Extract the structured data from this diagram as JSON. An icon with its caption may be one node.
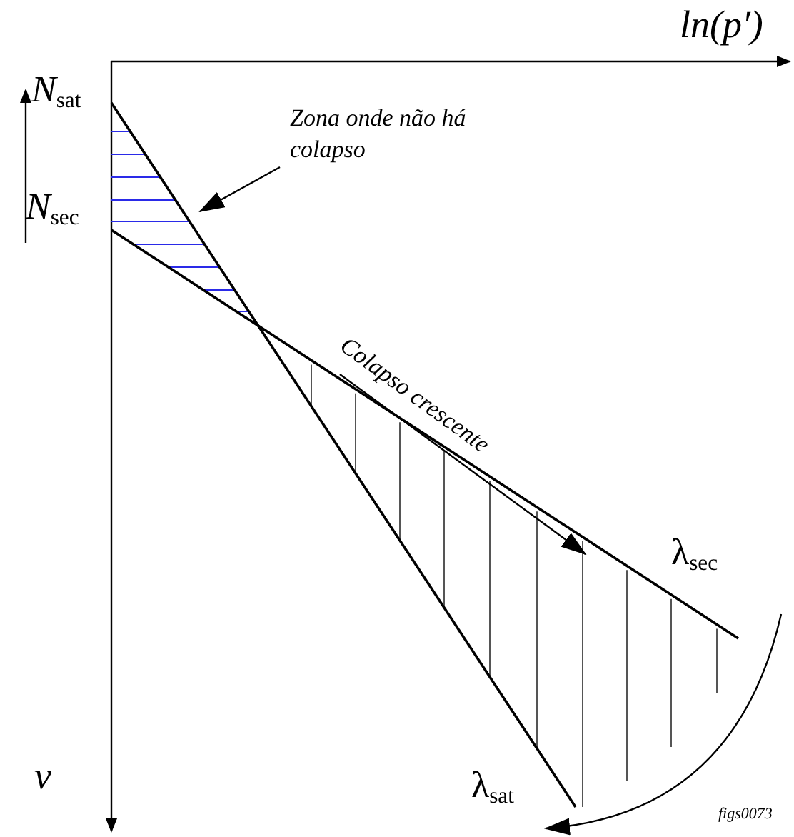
{
  "diagram": {
    "nodes": [
      {
        "text": [
          "Zona onde não há colapso"
        ]
      },
      {
        "text": [],
        "shape": "picture"
      }
    ],
    "edges": [
      {
        "from": 0,
        "to": 1,
        "arrow": "to"
      }
    ],
    "labels": [
      "ln(p′)",
      "*N*$_{sat}$",
      "*N*$_{sec}$",
      "Colapso crescente",
      "λ$_{sec}$",
      "v",
      "λ$_{sat}$",
      "figs0073"
    ]
  }
}
